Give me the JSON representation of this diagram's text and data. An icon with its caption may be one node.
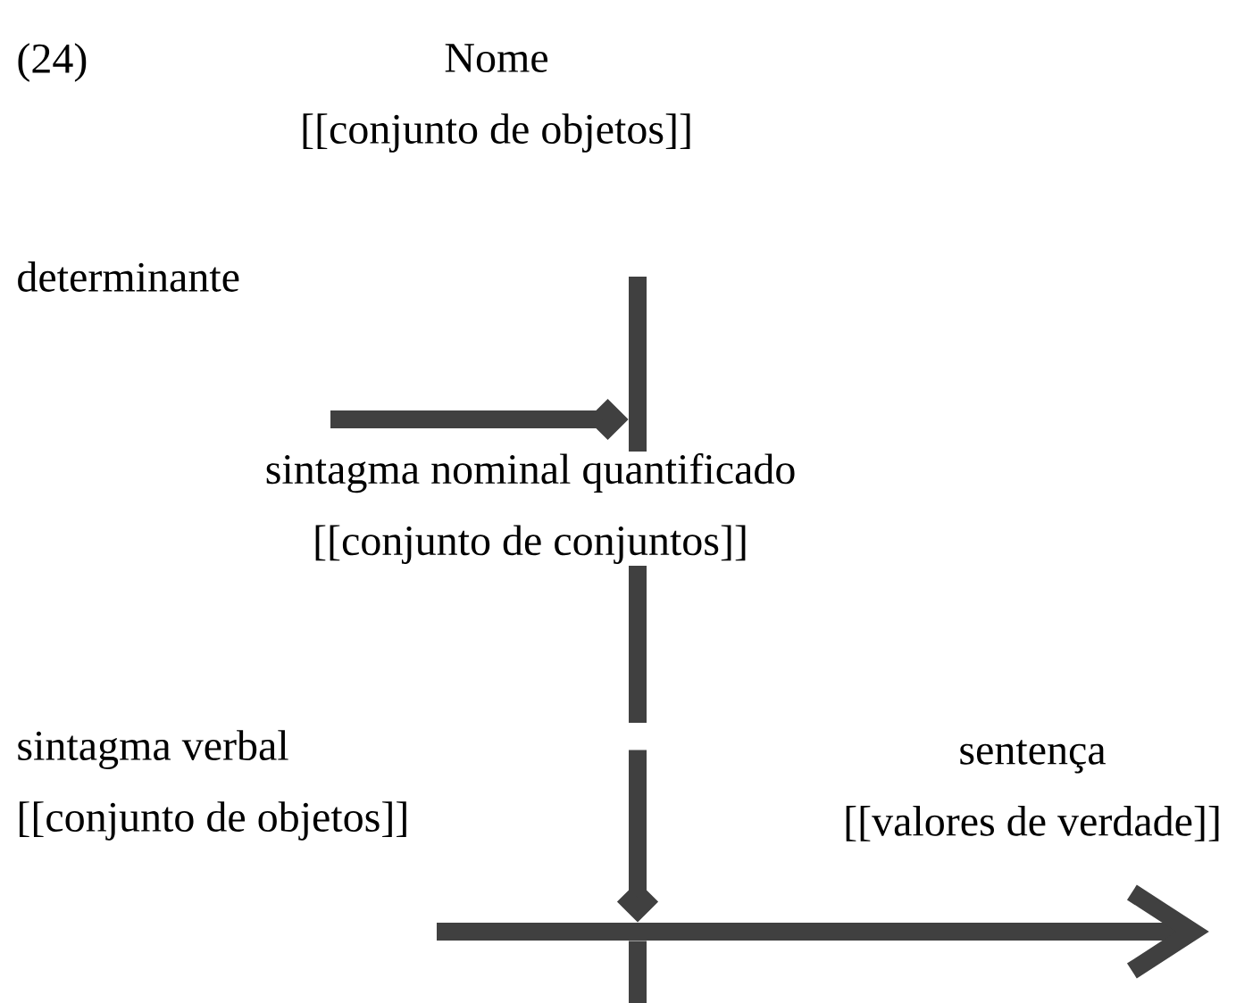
{
  "diagram": {
    "nodes": [
      {
        "text": [
          "Nome",
          "[[conjunto de objetos]]"
        ]
      },
      {
        "text": [
          "determinante"
        ]
      },
      {
        "text": [
          "sintagma nominal quantificado",
          "[[conjunto de conjuntos]]"
        ]
      },
      {
        "text": [
          "sintagma verbal",
          "[[conjunto de objetos]]"
        ]
      },
      {
        "text": [
          "sentença",
          "[[valores de verdade]]"
        ]
      },
      {
        "text": [],
        "shape": "bar"
      },
      {
        "text": [],
        "shape": "bar"
      }
    ],
    "edges": [
      {
        "from": null,
        "to": 5,
        "arrow": "to"
      },
      {
        "from": 5,
        "to": 6,
        "arrow": "to"
      }
    ],
    "labels": [
      "(24)"
    ]
  }
}
